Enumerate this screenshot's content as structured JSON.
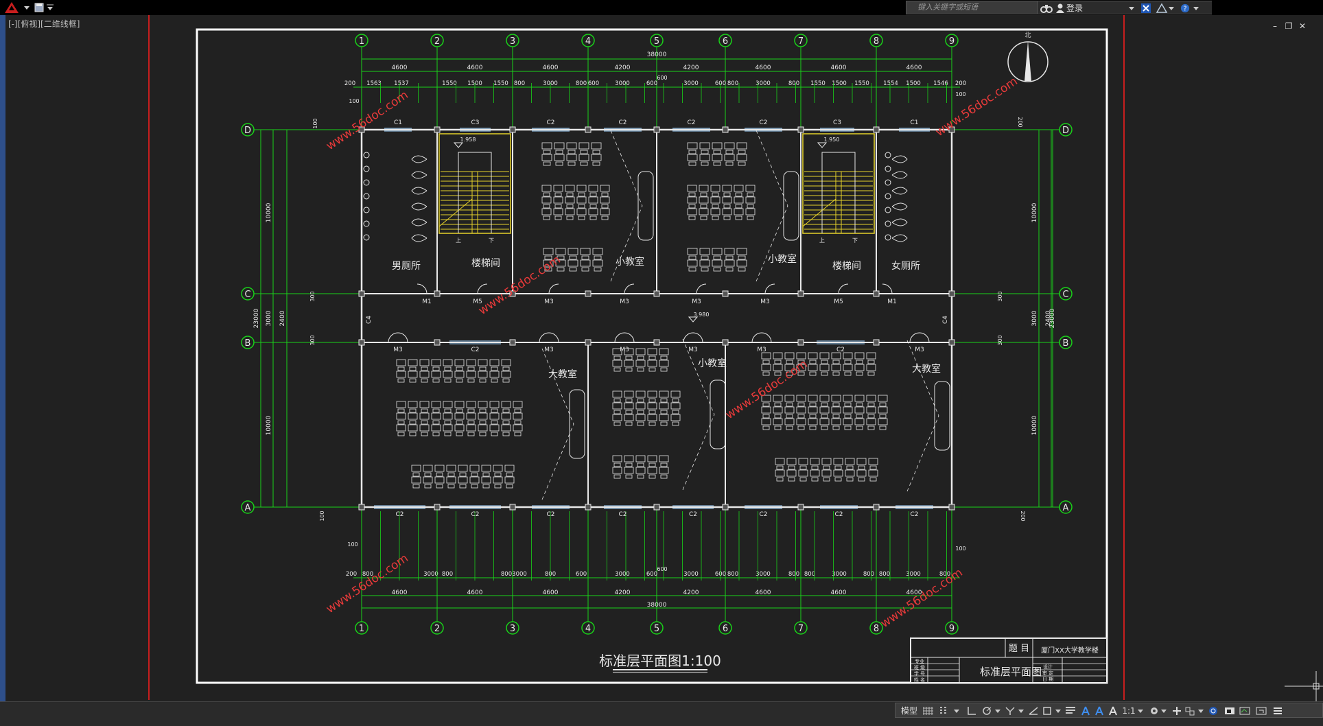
{
  "app": {
    "accent": "#c81e1e"
  },
  "search": {
    "placeholder": "键入关键字或短语"
  },
  "user": {
    "login_label": "登录"
  },
  "viewport": {
    "label": "[-][俯视][二维线框]"
  },
  "statusbar": {
    "model_label": "模型",
    "scale_label": "1:1"
  },
  "plan": {
    "title": "标准层平面图1:100",
    "axes_top": [
      "1",
      "2",
      "3",
      "4",
      "5",
      "6",
      "7",
      "8",
      "9"
    ],
    "axes_side": [
      "D",
      "C",
      "B",
      "A"
    ],
    "total_width": "38000",
    "spans": [
      "4600",
      "4600",
      "4600",
      "4200",
      "4200",
      "4600",
      "4600",
      "4600"
    ],
    "top_detail": [
      "200",
      "1563",
      "1537",
      "1550",
      "1500",
      "1550",
      "800",
      "3000",
      "800",
      "600",
      "3000",
      "600",
      "3000",
      "600",
      "800",
      "3000",
      "800",
      "1550",
      "1500",
      "1550",
      "1554",
      "1500",
      "1546",
      "200"
    ],
    "bottom_detail": [
      "200",
      "800",
      "3000",
      "800",
      "800",
      "3000",
      "800",
      "600",
      "3000",
      "600",
      "3000",
      "600",
      "800",
      "3000",
      "800",
      "800",
      "3000",
      "800",
      "800",
      "3000",
      "800"
    ],
    "left_dims": [
      "10000",
      "3000",
      "10000"
    ],
    "overall_depth": "23000",
    "corridor": "2400",
    "small_dims": [
      "100",
      "200",
      "300",
      "600"
    ],
    "rooms": {
      "mens_toilet": "男厕所",
      "stair_left": "楼梯间",
      "small_class_1": "小教室",
      "small_class_2": "小教室",
      "stair_right": "楼梯间",
      "womens_toilet": "女厕所",
      "large_class_1": "大教室",
      "small_class_3": "小教室",
      "large_class_2": "大教室"
    },
    "windows": {
      "c1": "C1",
      "c2": "C2",
      "c3": "C3",
      "c4": "C4"
    },
    "doors": {
      "m1": "M1",
      "m3": "M3",
      "m5": "M5"
    },
    "elevations": {
      "stair_left": "1.958",
      "stair_right": "1.950",
      "corridor": "3.980"
    },
    "stair_marks": {
      "up": "上",
      "down": "下"
    },
    "north": "北",
    "watermark": "www.56doc.com"
  },
  "titleblock": {
    "topic_label": "题 目",
    "project": "厦门XX大学教学楼",
    "drawing_name": "标准层平面图",
    "row_labels": [
      "专业",
      "班 级",
      "学 号",
      "姓 名"
    ],
    "small_labels": [
      "设计",
      "审 定",
      "日 期"
    ]
  }
}
